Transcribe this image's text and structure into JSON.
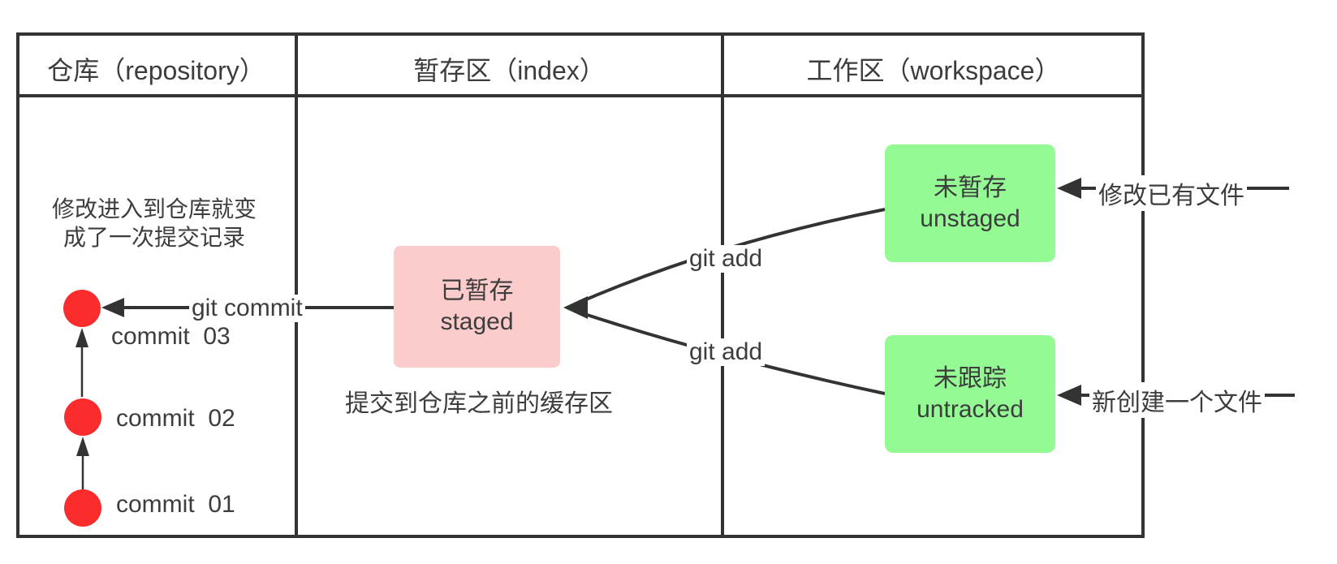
{
  "diagram": {
    "columns": [
      {
        "label": "仓库（repository）"
      },
      {
        "label": "暂存区（index）"
      },
      {
        "label": "工作区（workspace）"
      }
    ],
    "repository": {
      "note_line1": "修改进入到仓库就变",
      "note_line2": "成了一次提交记录",
      "commits": [
        "commit  03",
        "commit  02",
        "commit  01"
      ],
      "git_commit_label": "git commit"
    },
    "index": {
      "staged_box": {
        "line1": "已暂存",
        "line2": "staged"
      },
      "caption": "提交到仓库之前的缓存区",
      "git_add_top_label": "git add",
      "git_add_bottom_label": "git add"
    },
    "workspace": {
      "unstaged_box": {
        "line1": "未暂存",
        "line2": "unstaged"
      },
      "untracked_box": {
        "line1": "未跟踪",
        "line2": "untracked"
      },
      "modify_existing_label": "修改已有文件",
      "new_file_label": "新创建一个文件"
    },
    "colors": {
      "commit_dot_red": "#fb2c2c",
      "staged_pink": "#fccbcb",
      "workspace_green": "#94fa94",
      "line_dark": "#333333",
      "text_dark": "#3d3d3d"
    }
  }
}
